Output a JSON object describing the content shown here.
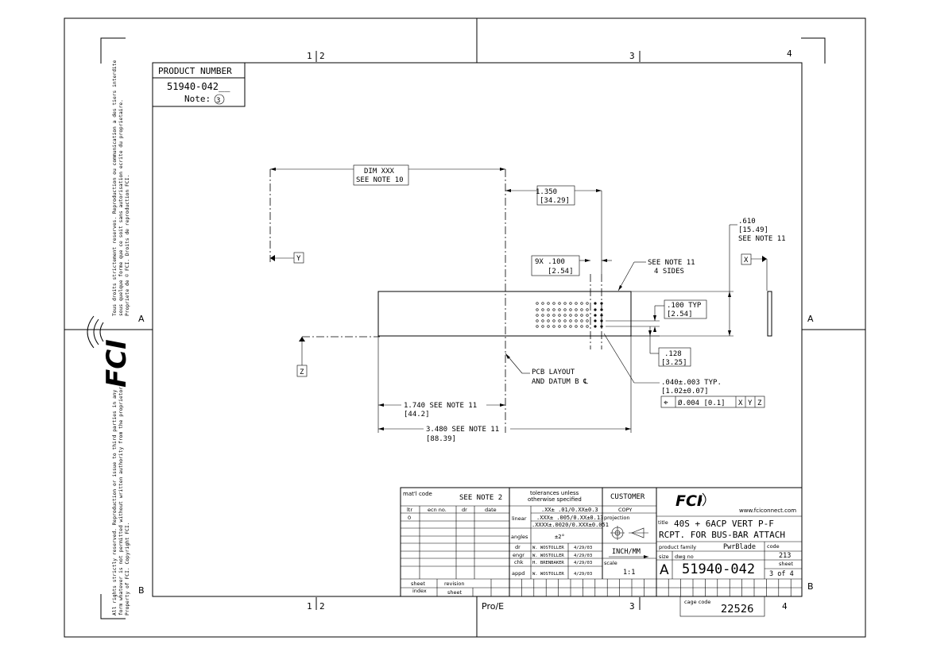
{
  "product_box": {
    "heading": "PRODUCT NUMBER",
    "number": "51940-042__",
    "note_label": "Note:",
    "note_num": "3"
  },
  "zones": {
    "top": [
      "1",
      "2",
      "3",
      "4"
    ],
    "bottom": [
      "1",
      "2",
      "3",
      "4"
    ],
    "left": [
      "A",
      "B"
    ],
    "right": [
      "A",
      "B"
    ]
  },
  "side_text": {
    "upper_fr": [
      "Tous droits strictement reserves. Reproduction ou communication a des tiers interdite",
      "sous quelque forme que ce soit sans autorisation ecrite du proprietaire.",
      "Propriete de © FCI. Droits de reproduction FCI."
    ],
    "lower_en": [
      "All rights strictly reserved. Reproduction or issue to third parties in any",
      "form whatever is not permitted without written authority from the proprietor.",
      "Property of FCI. Copyright FCI."
    ],
    "logo": "FCI"
  },
  "dims": {
    "dim_xxx": [
      "DIM XXX",
      "SEE NOTE 10"
    ],
    "d1350": [
      " 1.350",
      "[34.29]"
    ],
    "d610": [
      ".610",
      "[15.49]",
      "SEE NOTE 11"
    ],
    "d100x9": [
      "9X .100",
      "[2.54]"
    ],
    "see_note11_4sides": [
      "SEE NOTE 11",
      "4 SIDES"
    ],
    "d100typ": [
      ".100  TYP",
      "[2.54]"
    ],
    "d128": [
      ".128",
      "[3.25]"
    ],
    "pcb": [
      "PCB LAYOUT",
      "AND DATUM B ℄"
    ],
    "d040": [
      ".040±.003   TYP.",
      "[1.02±0.07]"
    ],
    "fcf": [
      "⌖",
      "Ø.004 [0.1]",
      "X",
      "Y",
      "Z"
    ],
    "d1740": [
      "1.740 SEE NOTE 11",
      "[44.2]"
    ],
    "d3480": [
      "3.480  SEE NOTE 11",
      "[88.39]"
    ],
    "datum_y": "Y",
    "datum_x": "X",
    "datum_z": "Z"
  },
  "title_block": {
    "matl_code": "mat'l code",
    "see_note2": "SEE NOTE 2",
    "rev_headers": [
      "ltr",
      "ecn no.",
      "dr",
      "date"
    ],
    "rev_row1": "0",
    "tol_header": [
      "tolerances unless",
      "otherwise specified"
    ],
    "linear": "linear",
    "angles": "angles",
    "tol_lines": [
      ".XX± .01/0.XX±0.3",
      ".XXX± .005/0.XX±0.13",
      ".XXXX±.0020/0.XXX±0.051",
      "±2°"
    ],
    "signers": [
      {
        "role": "dr",
        "name": "W. WOSTOLLER",
        "date": "4/29/03"
      },
      {
        "role": "engr",
        "name": "W. WOSTOLLER",
        "date": "4/29/03"
      },
      {
        "role": "chk",
        "name": "H. BRENBAKER",
        "date": "4/29/03"
      },
      {
        "role": "appd",
        "name": "W. WOSTOLLER",
        "date": "4/29/03"
      }
    ],
    "customer": "CUSTOMER",
    "copy": "COPY",
    "projection": "projection",
    "units": "INCH/MM",
    "scale_label": "scale",
    "scale": "1:1",
    "website": "www.fciconnect.com",
    "title_label": "title",
    "title_lines": [
      "40S + 6ACP VERT P-F",
      "RCPT. FOR BUS-BAR ATTACH"
    ],
    "product_family_label": "product family",
    "product_family": "PwrBlade",
    "code_label": "code",
    "code": "213",
    "size_label": "size",
    "size": "A",
    "dwg_no_label": "dwg no",
    "dwg_no": "51940-042",
    "sheet_label": "sheet",
    "sheet": "3 of 4",
    "sheet_index": [
      "sheet",
      "index"
    ],
    "revision": "revision",
    "sheet_word": "sheet",
    "proe": "Pro/E",
    "cage_code_label": "cage code",
    "cage_code": "22526"
  }
}
